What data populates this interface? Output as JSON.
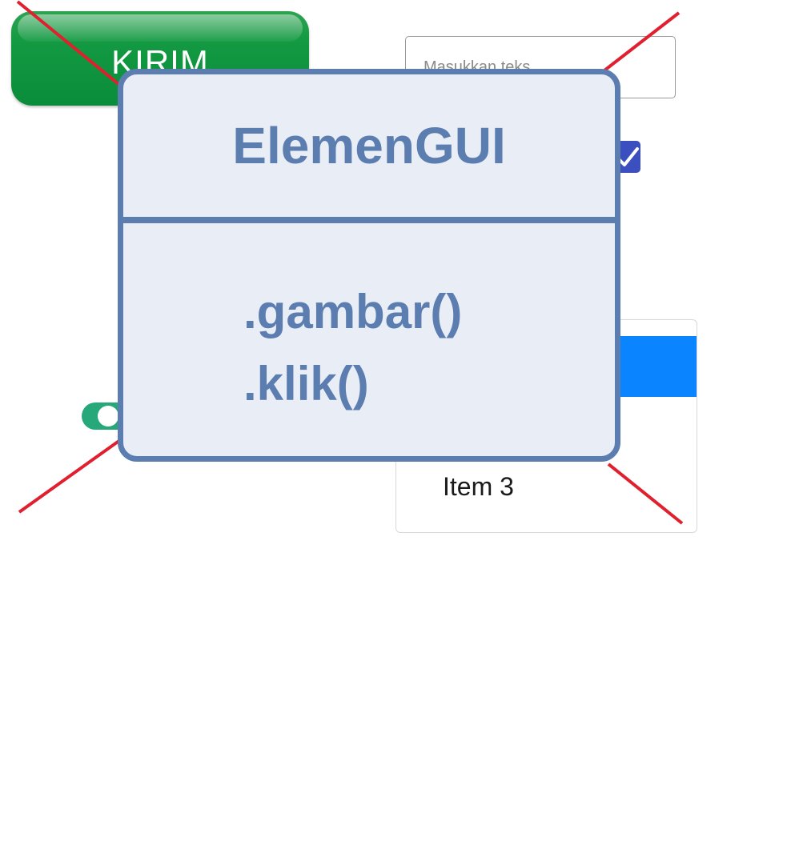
{
  "background_widgets": {
    "button": {
      "label": "KIRIM",
      "color": "#0a8c3a"
    },
    "text_input": {
      "placeholder": "Masukkan teks"
    },
    "checkbox": {
      "checked": true,
      "color": "#3b4fbf"
    },
    "toggle": {
      "on": true,
      "color": "#26a87a"
    },
    "list": {
      "selected_color": "#0a84ff",
      "visible_item": "Item 3"
    }
  },
  "strike_lines": {
    "color": "#e0202e"
  },
  "class_box": {
    "name": "ElemenGUI",
    "methods": [
      ".gambar()",
      ".klik()"
    ],
    "border_color": "#5b7db0",
    "fill_color": "#e9edf6"
  }
}
